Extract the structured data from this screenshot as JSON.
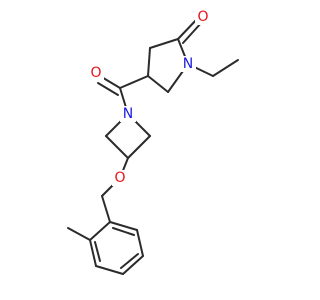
{
  "molecule": {
    "colors": {
      "bond": "#2b2b2b",
      "oxygen": "#e8121a",
      "nitrogen": "#1a1ae6"
    },
    "atoms": {
      "o_lactam": "O",
      "n_lactam": "N",
      "o_amide": "O",
      "n_azetidine": "N",
      "o_ether": "O"
    }
  }
}
